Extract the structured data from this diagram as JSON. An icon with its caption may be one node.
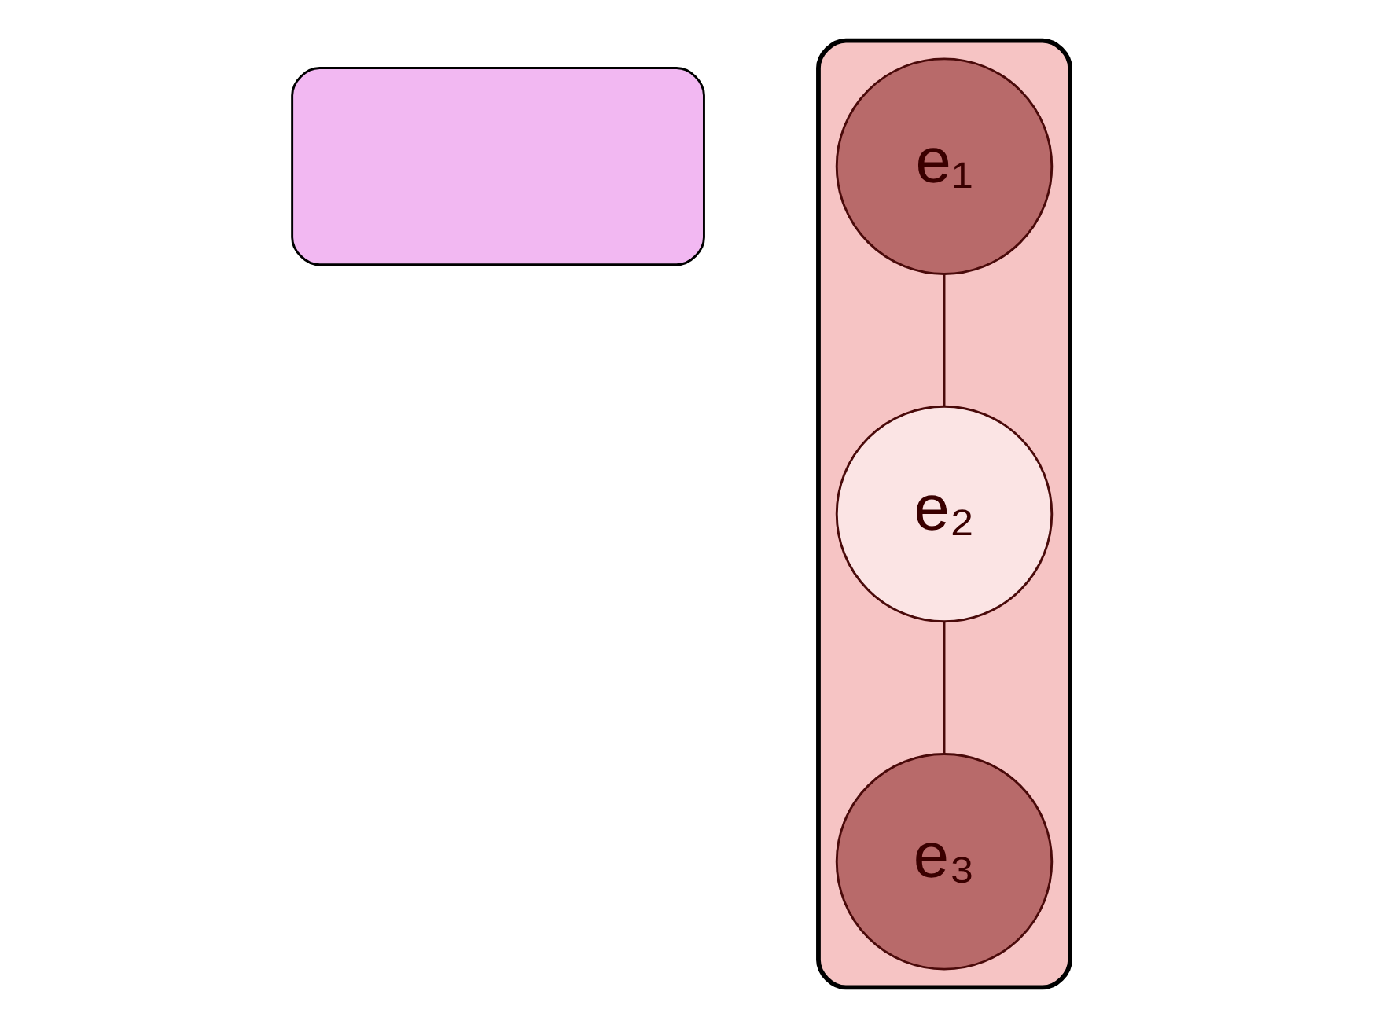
{
  "diagram": {
    "nodes": [
      {
        "text": [],
        "shape": "cloud"
      },
      {
        "text": [],
        "shape": "cloud"
      },
      {
        "text": [
          "e₁"
        ],
        "in": 1
      },
      {
        "text": [
          "e₂"
        ],
        "in": 1
      },
      {
        "text": [
          "e₃"
        ],
        "in": 1
      }
    ],
    "edges": [
      {
        "from": 2,
        "to": 3,
        "arrow": "none"
      },
      {
        "from": 3,
        "to": 4,
        "arrow": "none"
      }
    ]
  }
}
